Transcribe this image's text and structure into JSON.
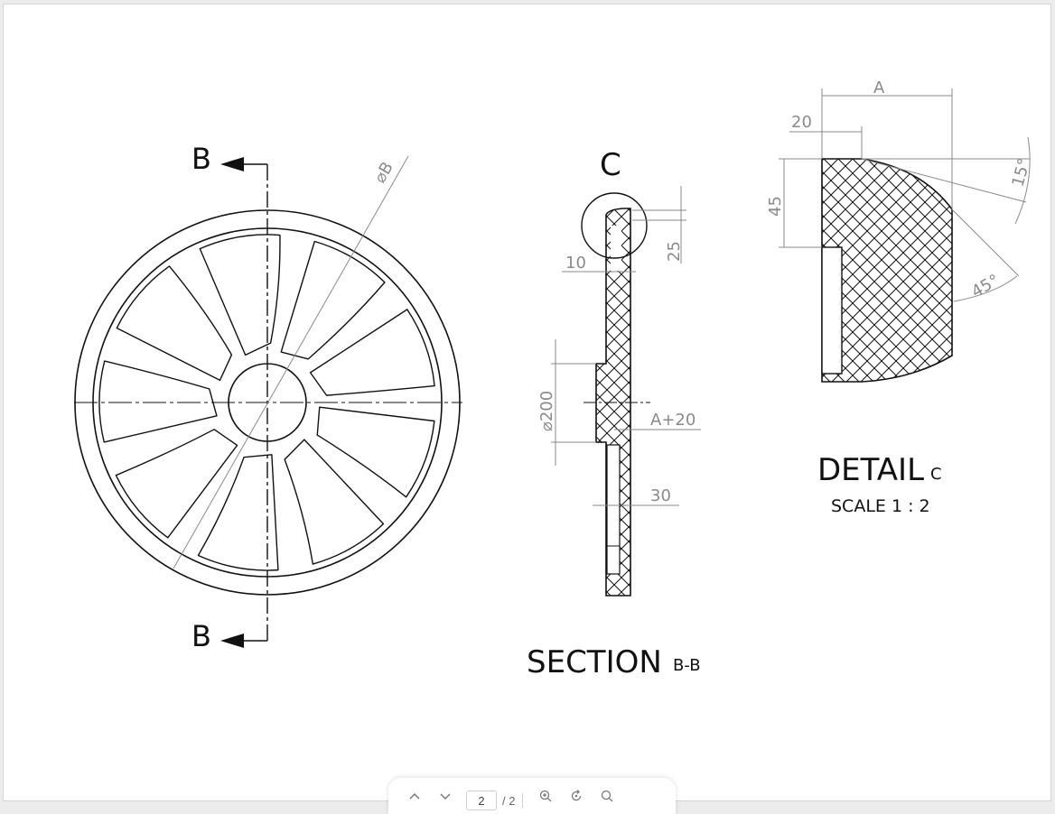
{
  "viewer": {
    "toolbar": {
      "current_page": "2",
      "total_pages": "/ 2"
    }
  },
  "drawing": {
    "main_view": {
      "section_mark_top": "B",
      "section_mark_bottom": "B",
      "diameter_label": "⌀B"
    },
    "section_view": {
      "detail_callout": "C",
      "dim_25": "25",
      "dim_10": "10",
      "dim_200": "⌀200",
      "dim_a20": "A+20",
      "dim_30": "30",
      "title": "SECTION",
      "title_suffix": "B-B"
    },
    "detail_view": {
      "dim_a": "A",
      "dim_20": "20",
      "dim_45": "45",
      "angle_15": "15°",
      "angle_45": "45°",
      "title": "DETAIL",
      "title_suffix": "C",
      "scale": "SCALE 1 : 2"
    }
  },
  "icons": [
    "chevron-up-icon",
    "chevron-down-icon",
    "zoom-in-icon",
    "rotate-icon",
    "search-icon"
  ],
  "colors": {
    "line": "#111111",
    "dimension": "#8a8a8a",
    "page_bg": "#ffffff",
    "viewer_bg": "#ececec"
  }
}
